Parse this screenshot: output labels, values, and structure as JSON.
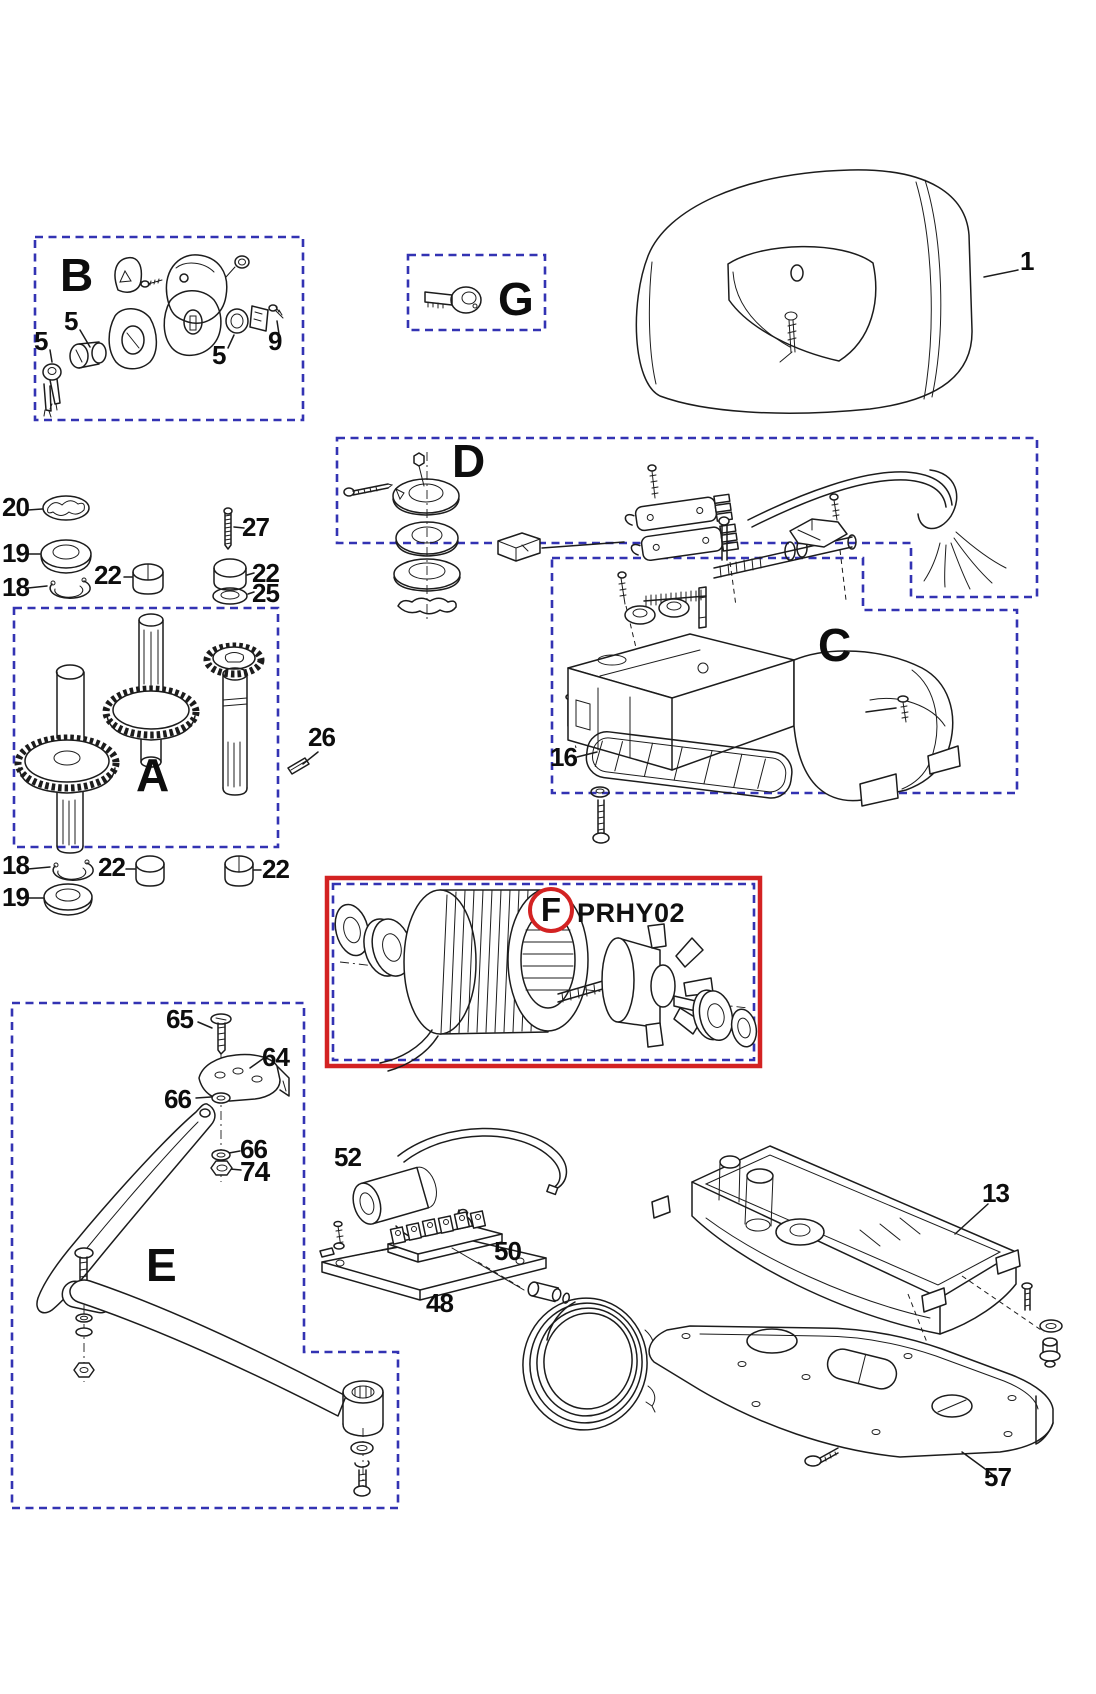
{
  "figure": {
    "type": "exploded parts diagram",
    "highlighted_part": {
      "section": "F",
      "code": "PRHY02"
    },
    "colors": {
      "section_box_blue": "#3333b3",
      "highlight_red": "#d32222",
      "ink": "#1c1c1c"
    },
    "sections": {
      "a": "A",
      "b": "B",
      "c": "C",
      "d": "D",
      "e": "E",
      "f": "F",
      "g": "G"
    },
    "labels": {
      "p1": "1",
      "p5a": "5",
      "p5b": "5",
      "p5c": "5",
      "p9": "9",
      "p20": "20",
      "p19a": "19",
      "p18a": "18",
      "p22a": "22",
      "p27": "27",
      "p22b": "22",
      "p25": "25",
      "p26": "26",
      "p16": "16",
      "p18b": "18",
      "p19b": "19",
      "p22c": "22",
      "p22d": "22",
      "code": "PRHY02",
      "p65": "65",
      "p64": "64",
      "p66a": "66",
      "p66b": "66",
      "p74": "74",
      "p52": "52",
      "p50": "50",
      "p48": "48",
      "p13": "13",
      "p57": "57"
    }
  }
}
